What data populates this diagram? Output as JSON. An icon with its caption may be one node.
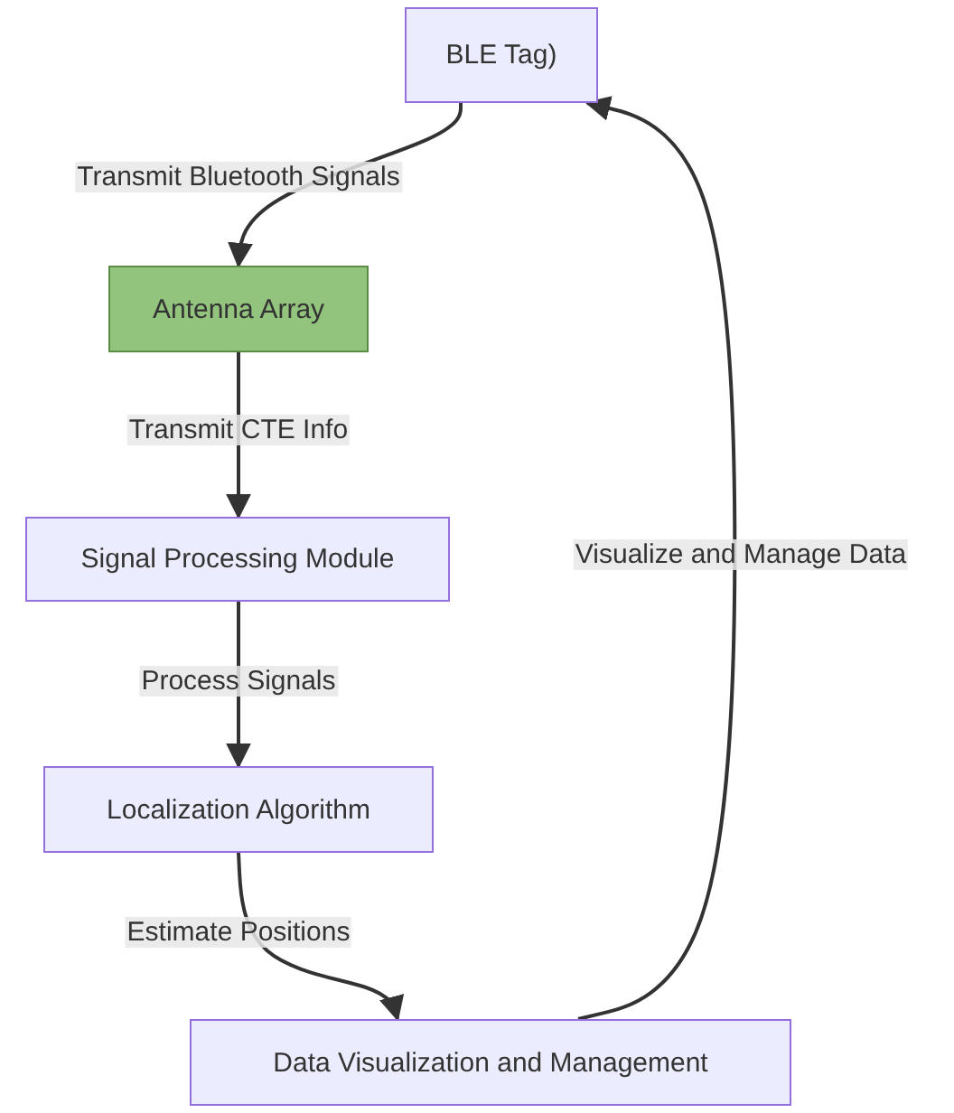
{
  "diagram": {
    "nodes": [
      {
        "text": [
          "BLE Tag)"
        ]
      },
      {
        "text": [
          "Antenna Array"
        ]
      },
      {
        "text": [
          "Signal Processing Module"
        ]
      },
      {
        "text": [
          "Localization Algorithm"
        ]
      },
      {
        "text": [
          "Data Visualization and Management"
        ]
      }
    ],
    "edges": [
      {
        "from": 0,
        "to": 1,
        "arrow": "to",
        "label": "Transmit Bluetooth Signals"
      },
      {
        "from": 1,
        "to": 2,
        "arrow": "to",
        "label": "Transmit CTE Info"
      },
      {
        "from": 2,
        "to": 3,
        "arrow": "to",
        "label": "Process Signals"
      },
      {
        "from": 3,
        "to": 4,
        "arrow": "to",
        "label": "Estimate Positions"
      },
      {
        "from": 4,
        "to": 0,
        "arrow": "to",
        "label": "Visualize and Manage Data"
      }
    ]
  }
}
